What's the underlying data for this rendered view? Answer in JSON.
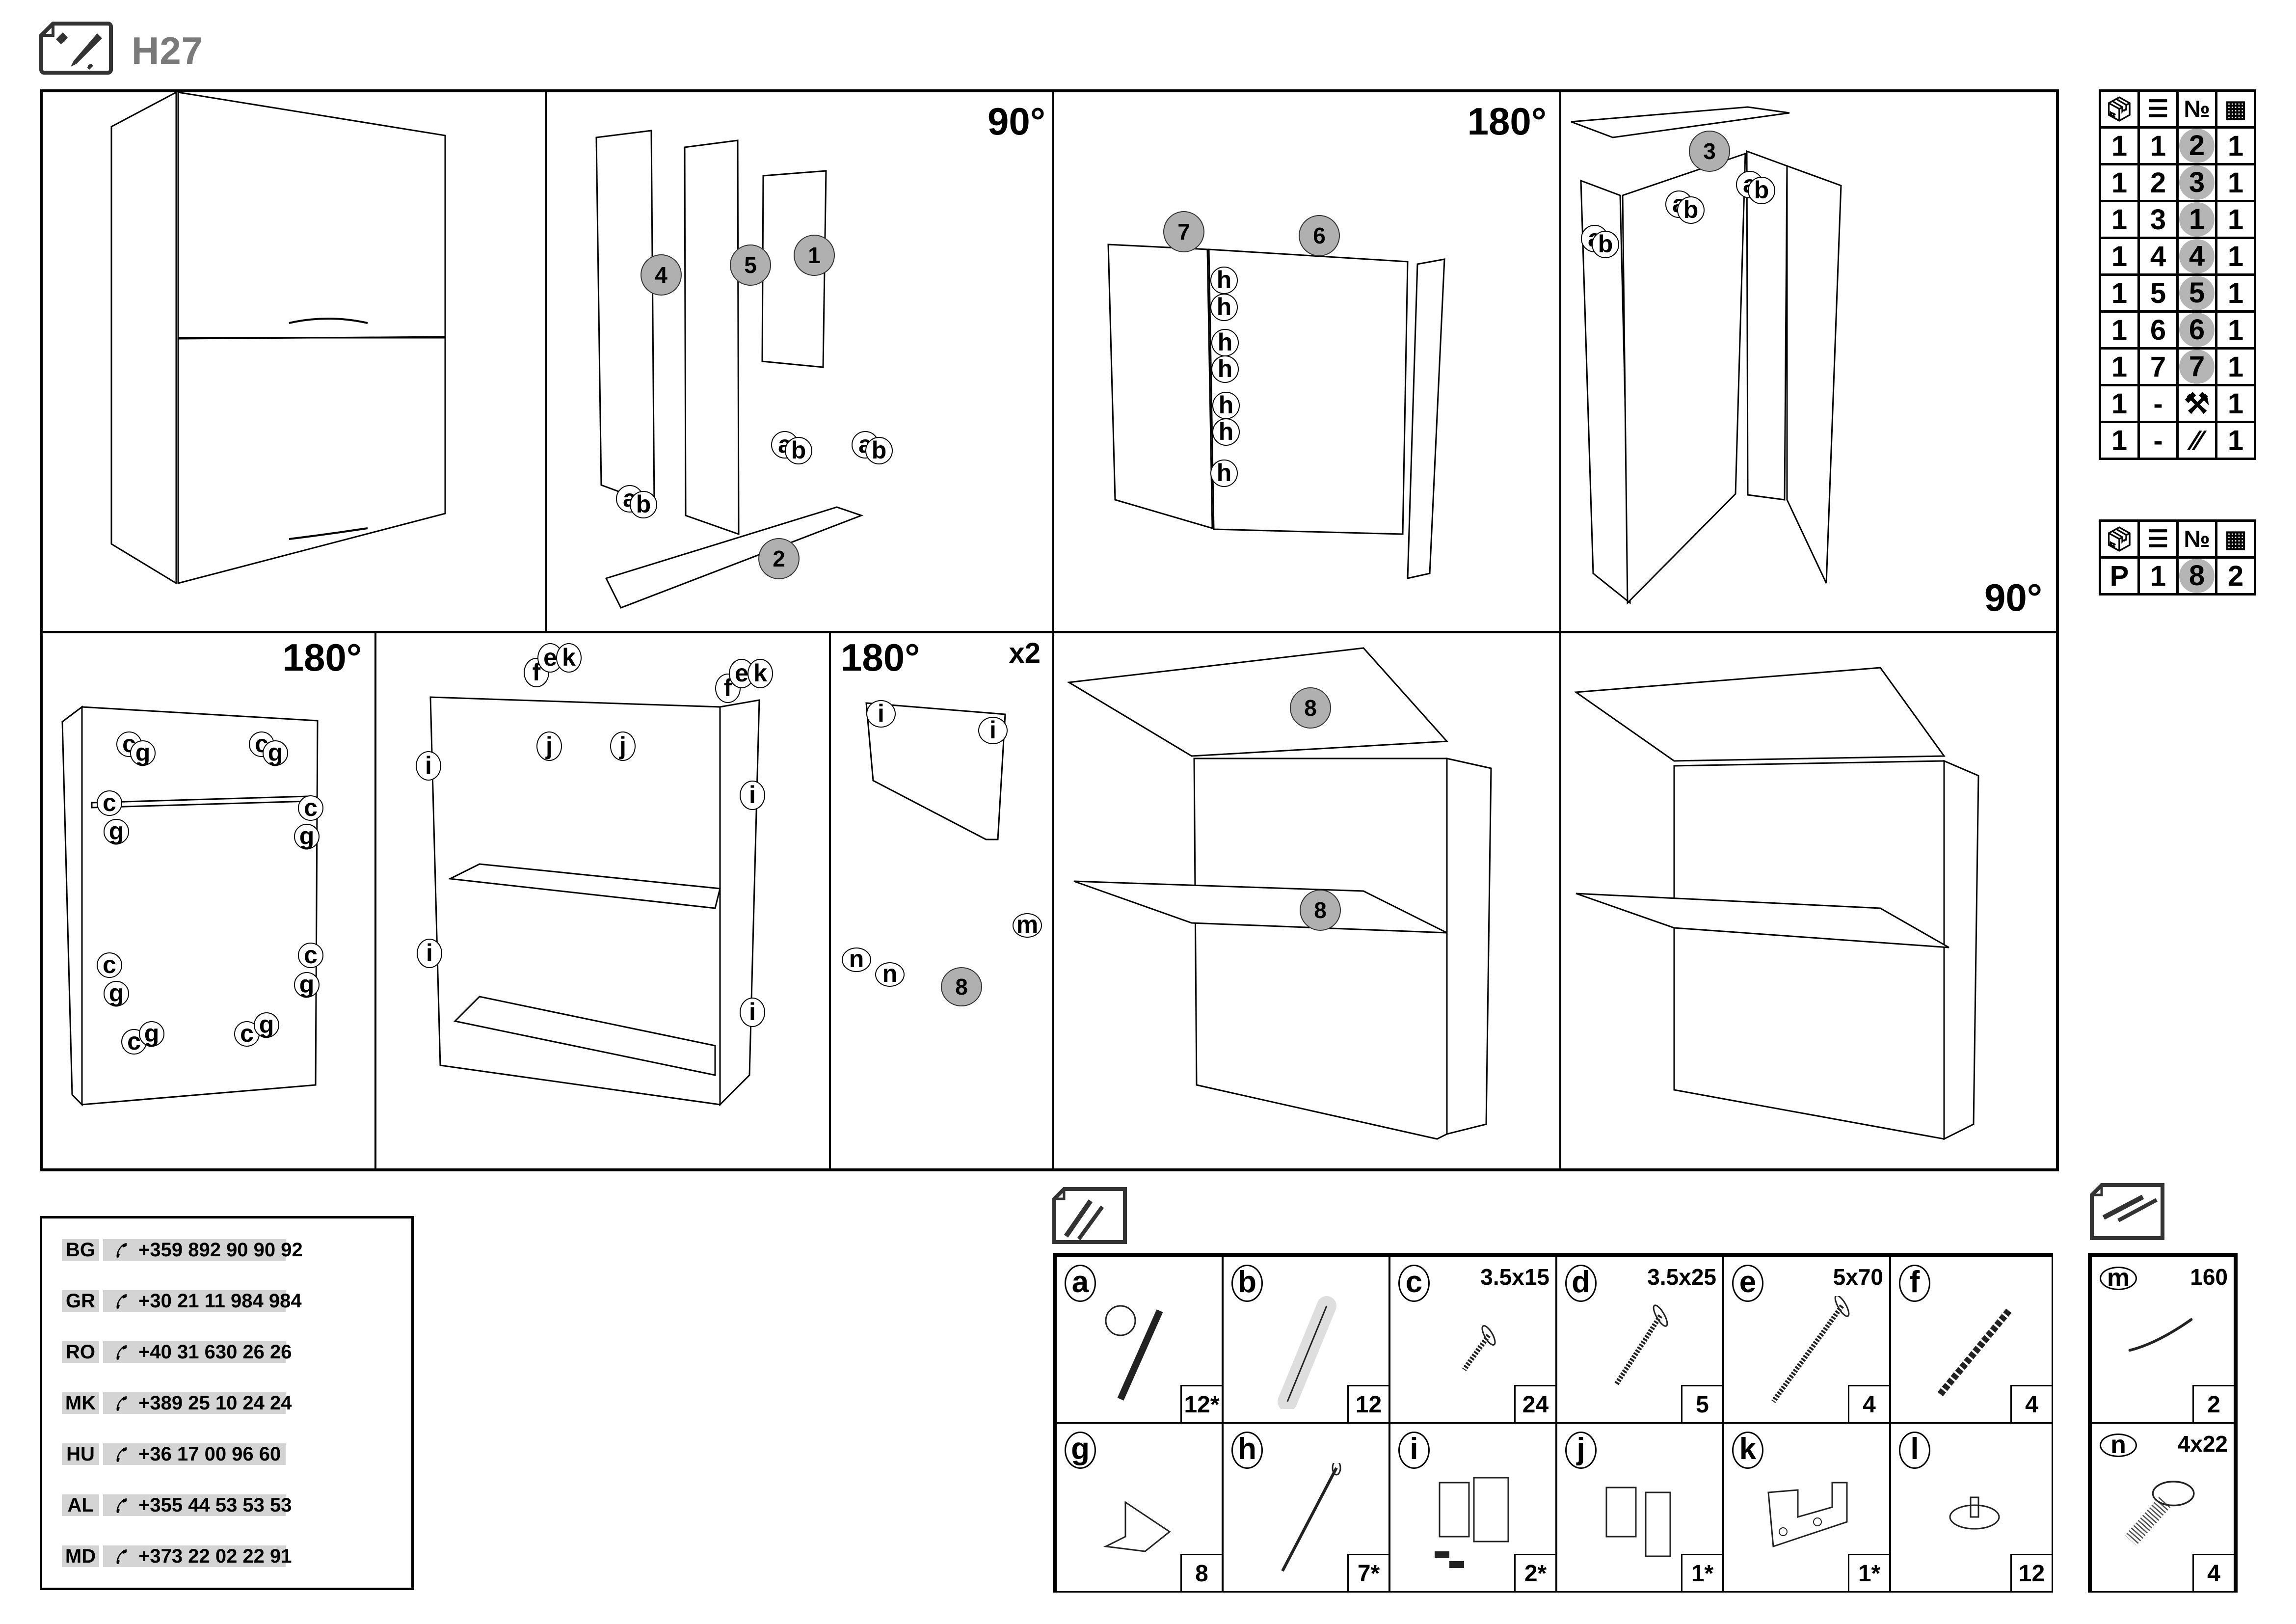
{
  "header": {
    "icon": "assembly-tools-icon",
    "code": "H27"
  },
  "steps": [
    {
      "id": "step-1",
      "description": "Finished cabinet overview",
      "rotation": "",
      "multiplier": ""
    },
    {
      "id": "step-2",
      "rotation": "90°",
      "parts": [
        "4",
        "5",
        "1",
        "2"
      ],
      "fittings": [
        "a",
        "b"
      ]
    },
    {
      "id": "step-3",
      "rotation": "180°",
      "parts": [
        "7",
        "6"
      ],
      "fittings": [
        "h",
        "h",
        "h",
        "h",
        "h",
        "h",
        "h"
      ]
    },
    {
      "id": "step-4",
      "rotation": "90°",
      "parts": [
        "3"
      ],
      "fittings": [
        "a",
        "b"
      ]
    },
    {
      "id": "step-5",
      "rotation": "180°",
      "fittings": [
        "c",
        "g"
      ]
    },
    {
      "id": "step-6",
      "rotation": "",
      "fittings": [
        "f",
        "e",
        "k",
        "j",
        "i"
      ]
    },
    {
      "id": "step-7",
      "rotation": "180°",
      "multiplier": "x2",
      "parts": [
        "8"
      ],
      "fittings": [
        "i",
        "n",
        "m"
      ]
    },
    {
      "id": "step-8",
      "rotation": "",
      "parts": [
        "8",
        "8"
      ]
    },
    {
      "id": "step-9",
      "rotation": "",
      "description": "Doors attached"
    }
  ],
  "parts_table": {
    "headers": [
      "box-icon",
      "stack-icon",
      "№",
      "numbered-boxes-icon"
    ],
    "rows": [
      {
        "box": "1",
        "layer": "1",
        "no": "2",
        "qty": "1"
      },
      {
        "box": "1",
        "layer": "2",
        "no": "3",
        "qty": "1"
      },
      {
        "box": "1",
        "layer": "3",
        "no": "1",
        "qty": "1"
      },
      {
        "box": "1",
        "layer": "4",
        "no": "4",
        "qty": "1"
      },
      {
        "box": "1",
        "layer": "5",
        "no": "5",
        "qty": "1"
      },
      {
        "box": "1",
        "layer": "6",
        "no": "6",
        "qty": "1"
      },
      {
        "box": "1",
        "layer": "7",
        "no": "7",
        "qty": "1"
      },
      {
        "box": "1",
        "layer": "-",
        "no": "tools-icon",
        "qty": "1"
      },
      {
        "box": "1",
        "layer": "-",
        "no": "screws-icon",
        "qty": "1"
      }
    ]
  },
  "fronts_table": {
    "headers": [
      "box-icon",
      "stack-icon",
      "№",
      "numbered-boxes-icon"
    ],
    "rows": [
      {
        "box": "P",
        "layer": "1",
        "no": "8",
        "qty": "2"
      }
    ]
  },
  "contacts": [
    {
      "country": "BG",
      "phone": "+359 892 90 90 92"
    },
    {
      "country": "GR",
      "phone": "+30 21 11 984 984"
    },
    {
      "country": "RO",
      "phone": "+40 31 630 26 26"
    },
    {
      "country": "MK",
      "phone": "+389 25 10 24 24"
    },
    {
      "country": "HU",
      "phone": "+36 17 00 96 60"
    },
    {
      "country": "AL",
      "phone": "+355 44 53 53 53"
    },
    {
      "country": "MD",
      "phone": "+373 22 02 22 91"
    }
  ],
  "hardware": [
    {
      "letter": "a",
      "size": "",
      "qty": "12*",
      "icon": "cam-lock-icon"
    },
    {
      "letter": "b",
      "size": "",
      "qty": "12",
      "icon": "wood-dowel-icon"
    },
    {
      "letter": "c",
      "size": "3.5x15",
      "qty": "24",
      "icon": "screw-icon"
    },
    {
      "letter": "d",
      "size": "3.5x25",
      "qty": "5",
      "icon": "screw-icon"
    },
    {
      "letter": "e",
      "size": "5x70",
      "qty": "4",
      "icon": "long-screw-icon"
    },
    {
      "letter": "f",
      "size": "",
      "qty": "4",
      "icon": "wall-plug-icon"
    },
    {
      "letter": "g",
      "size": "",
      "qty": "8",
      "icon": "corner-bracket-icon"
    },
    {
      "letter": "h",
      "size": "",
      "qty": "7*",
      "icon": "nail-icon"
    },
    {
      "letter": "i",
      "size": "",
      "qty": "2*",
      "icon": "lift-mechanism-icon"
    },
    {
      "letter": "j",
      "size": "",
      "qty": "1*",
      "icon": "hanger-bracket-icon"
    },
    {
      "letter": "k",
      "size": "",
      "qty": "1*",
      "icon": "wall-rail-icon"
    },
    {
      "letter": "l",
      "size": "",
      "qty": "12",
      "icon": "bumper-pad-icon"
    }
  ],
  "front_hardware": [
    {
      "letter": "m",
      "size": "160",
      "qty": "2",
      "icon": "handle-icon"
    },
    {
      "letter": "n",
      "size": "4x22",
      "qty": "4",
      "icon": "machine-screw-icon"
    }
  ]
}
